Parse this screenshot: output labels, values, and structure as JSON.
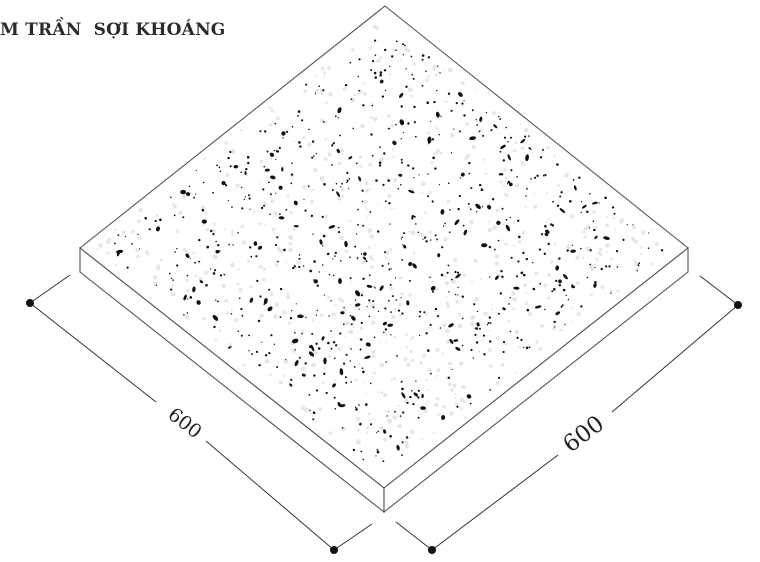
{
  "title": "M TRẦN  SỢI KHOÁNG",
  "dimensions": {
    "left_label": "600",
    "right_label": "600"
  },
  "colors": {
    "outline": "#555555",
    "dimension_line": "#333333",
    "perforation": "#111111",
    "speckle": "#e6e6e6"
  }
}
